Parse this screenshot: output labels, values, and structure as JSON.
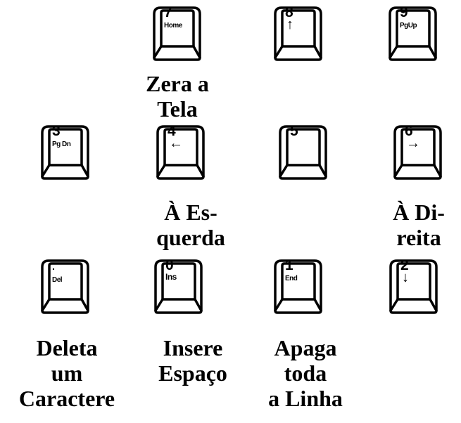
{
  "keys": {
    "k7": {
      "num": "7",
      "sub": "Home"
    },
    "k8": {
      "num": "8",
      "sub": "↑"
    },
    "k9": {
      "num": "9",
      "sub": "PgUp"
    },
    "k3": {
      "num": "3",
      "sub": "Pg Dn"
    },
    "k4": {
      "num": "4",
      "sub": "←"
    },
    "k5": {
      "num": "5",
      "sub": ""
    },
    "k6": {
      "num": "6",
      "sub": "→"
    },
    "kdot": {
      "num": ".",
      "sub": "Del"
    },
    "k0": {
      "num": "0",
      "sub": "Ins"
    },
    "k1": {
      "num": "1",
      "sub": "End"
    },
    "k2": {
      "num": "2",
      "sub": "↓"
    }
  },
  "captions": {
    "zera": "Zera a\nTela",
    "esquerda": "À Es-\nquerda",
    "direita": "À Di-\nreita",
    "deleta": "Deleta\num\nCaractere",
    "insere": "Insere\nEspaço",
    "apaga": "Apaga\ntoda\na Linha"
  }
}
